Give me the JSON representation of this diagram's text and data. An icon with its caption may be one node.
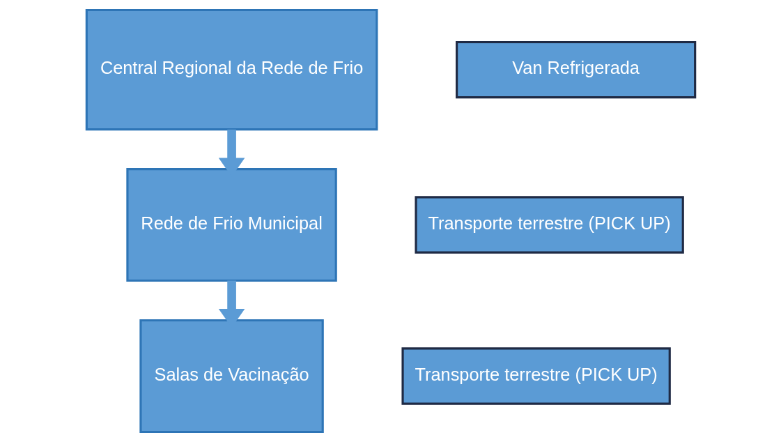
{
  "diagram": {
    "nodes": [
      {
        "text": [
          "Central Regional da Rede de Frio"
        ]
      },
      {
        "text": [
          "Van Refrigerada"
        ]
      },
      {
        "text": [
          "Rede de Frio Municipal"
        ]
      },
      {
        "text": [
          "Transporte terrestre (PICK UP)"
        ]
      },
      {
        "text": [
          "Salas de Vacinação"
        ]
      },
      {
        "text": [
          "Transporte terrestre (PICK UP)"
        ]
      }
    ],
    "edges": [
      {
        "from": 0,
        "to": 2,
        "arrow": "to"
      },
      {
        "from": 2,
        "to": 4,
        "arrow": "to"
      }
    ]
  }
}
